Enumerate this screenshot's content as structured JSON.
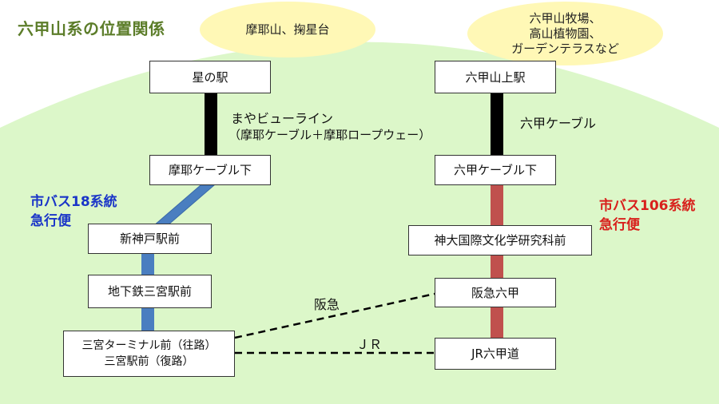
{
  "title": "六甲山系の位置関係",
  "areas": {
    "left": "摩耶山、掬星台",
    "right": [
      "六甲山牧場、",
      "高山植物園、",
      "ガーデンテラスなど"
    ]
  },
  "stations": {
    "hoshi": "星の駅",
    "maya_cable": "摩耶ケーブル下",
    "shinkobe": "新神戸駅前",
    "chika_sannomiya": "地下鉄三宮駅前",
    "sannomiya_terminal_1": "三宮ターミナル前（往路）",
    "sannomiya_terminal_2": "三宮駅前（復路）",
    "rokko_sanjo": "六甲山上駅",
    "rokko_cable": "六甲ケーブル下",
    "kobe_univ": "神大国際文化学研究科前",
    "hankyu_rokko": "阪急六甲",
    "jr_rokkomichi": "JR六甲道"
  },
  "lines": {
    "maya_view_1": "まやビューライン",
    "maya_view_2": "（摩耶ケーブル＋摩耶ロープウェー）",
    "rokko_cable": "六甲ケーブル",
    "hankyu": "阪急",
    "jr": "ＪＲ"
  },
  "bus_routes": {
    "route18_line1": "市バス18系統",
    "route18_line2": "急行便",
    "route106_line1": "市バス106系統",
    "route106_line2": "急行便"
  },
  "colors": {
    "hill": "#dcf7c9",
    "cloud": "#fff8b6",
    "title": "#5c7d2a",
    "route18": "#4a7ec0",
    "route106": "#c0504d",
    "cable": "#000000",
    "route18_text": "#1a35c8",
    "route106_text": "#d8201c"
  }
}
